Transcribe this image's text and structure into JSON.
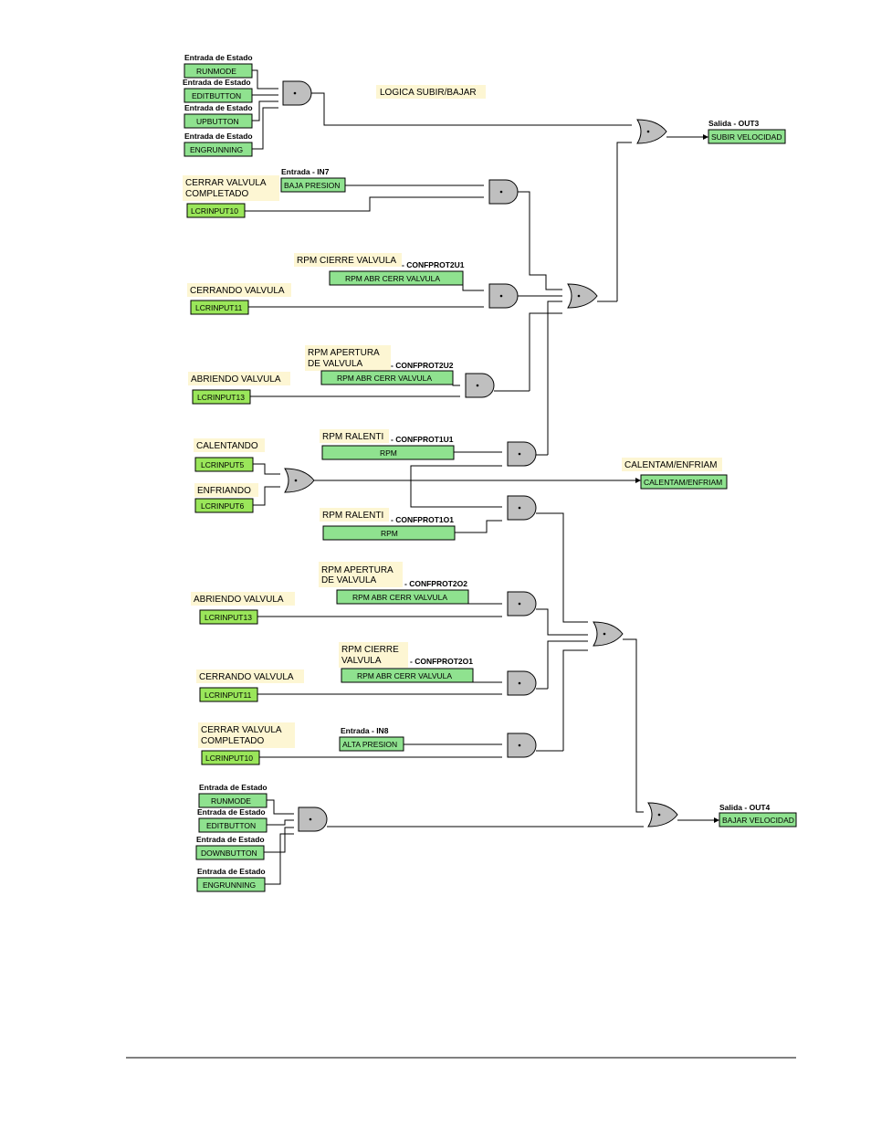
{
  "title": "LOGICA SUBIR/BAJAR",
  "entrada_estado": "Entrada de Estado",
  "inputs": {
    "runmode": "RUNMODE",
    "editbutton": "EDITBUTTON",
    "upbutton": "UPBUTTON",
    "downbutton": "DOWNBUTTON",
    "engrunning": "ENGRUNNING",
    "lcrinput10": "LCRINPUT10",
    "lcrinput11": "LCRINPUT11",
    "lcrinput13": "LCRINPUT13",
    "lcrinput5": "LCRINPUT5",
    "lcrinput6": "LCRINPUT6",
    "baja_presion": "BAJA PRESION",
    "alta_presion": "ALTA PRESION",
    "rpm_abr_cerr": "RPM ABR CERR VALVULA",
    "rpm": "RPM"
  },
  "entradas": {
    "in7": "Entrada - IN7",
    "in8": "Entrada - IN8"
  },
  "comments": {
    "cerrar_valvula_1": "CERRAR VALVULA",
    "completado": "COMPLETADO",
    "rpm_cierre_valvula": "RPM CIERRE VALVULA",
    "cerrando_valvula": "CERRANDO VALVULA",
    "rpm_apertura": "RPM APERTURA",
    "de_valvula": "DE VALVULA",
    "abriendo_valvula": "ABRIENDO VALVULA",
    "calentando": "CALENTANDO",
    "enfriando": "ENFRIANDO",
    "rpm_ralenti": "RPM RALENTI",
    "rpm_cierre": "RPM CIERRE",
    "valvula": "VALVULA",
    "calentam_enfriam": "CALENTAM/ENFRIAM"
  },
  "confprot": {
    "c2u1": "- CONFPROT2U1",
    "c2u2": "- CONFPROT2U2",
    "c1u1": "- CONFPROT1U1",
    "c1o1": "- CONFPROT1O1",
    "c2o2": "- CONFPROT2O2",
    "c2o1": "- CONFPROT2O1"
  },
  "outputs": {
    "out3_label": "Salida - OUT3",
    "out3": "SUBIR VELOCIDAD",
    "out4_label": "Salida - OUT4",
    "out4": "BAJAR VELOCIDAD",
    "calentam": "CALENTAM/ENFRIAM"
  }
}
